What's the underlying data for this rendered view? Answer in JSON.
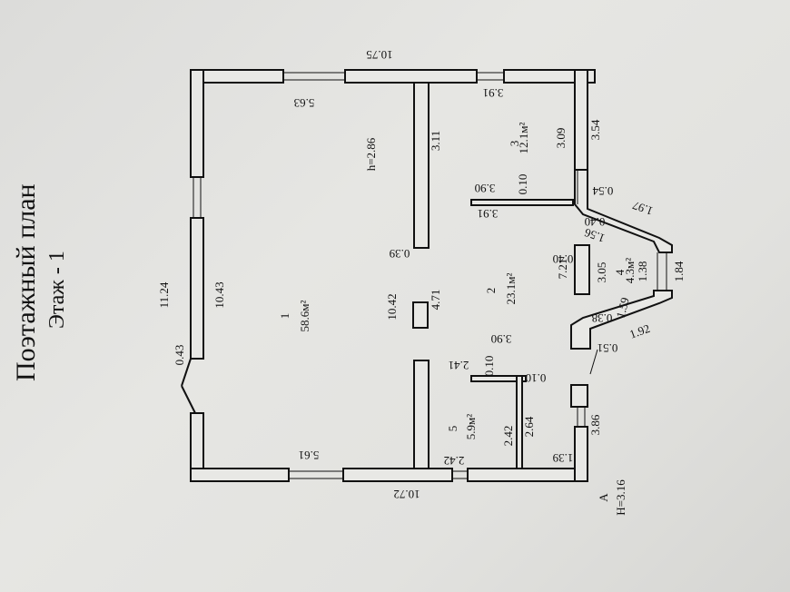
{
  "title": {
    "main": "Поэтажный план",
    "floor": "Этаж - 1"
  },
  "dimensions": {
    "top_total": "10.75",
    "bottom_total": "10.72",
    "left_total": "11.24",
    "left_inner": "10.43",
    "left_small": "0.43",
    "room1_top": "5.63",
    "room1_bottom": "5.61",
    "center_long": "10.42",
    "center_v": "4.71",
    "partition_top": "3.11",
    "partition_end": "0.39",
    "room3_top": "3.91",
    "room3_h": "3.09",
    "right_354": "3.54",
    "r_054": "0.54",
    "r_197": "1.97",
    "r_156": "1.56",
    "r_040": "0.40",
    "r_184": "1.84",
    "r_138": "1.38",
    "r_159": "1.59",
    "r_038": "0.38",
    "r_192": "1.92",
    "r_051": "0.51",
    "r_386": "3.86",
    "r_139": "1.39",
    "d_390a": "3.90",
    "d_010a": "0.10",
    "d_391": "3.91",
    "d_390b": "3.90",
    "d_010b": "0.10",
    "d_241a": "2.41",
    "d_010c": "0.10",
    "d_242a": "2.42",
    "d_264": "2.64",
    "d_242b": "2.42",
    "col_721": "7.21",
    "col_040": "0.40",
    "col_305": "3.05"
  },
  "rooms": {
    "r1_num": "1",
    "r1_area": "58.6м²",
    "r2_num": "2",
    "r2_area": "23.1м²",
    "r3_num": "3",
    "r3_area": "12.1м²",
    "r4_num": "4",
    "r4_area": "4.3м²",
    "r5_num": "5",
    "r5_area": "5.9м²",
    "height": "h=2.86"
  },
  "footer": {
    "label": "A",
    "height": "H=3.16"
  },
  "colors": {
    "ink": "#111111",
    "paper": "#e3e3e0",
    "wall_fill": "#e8e8e5"
  }
}
